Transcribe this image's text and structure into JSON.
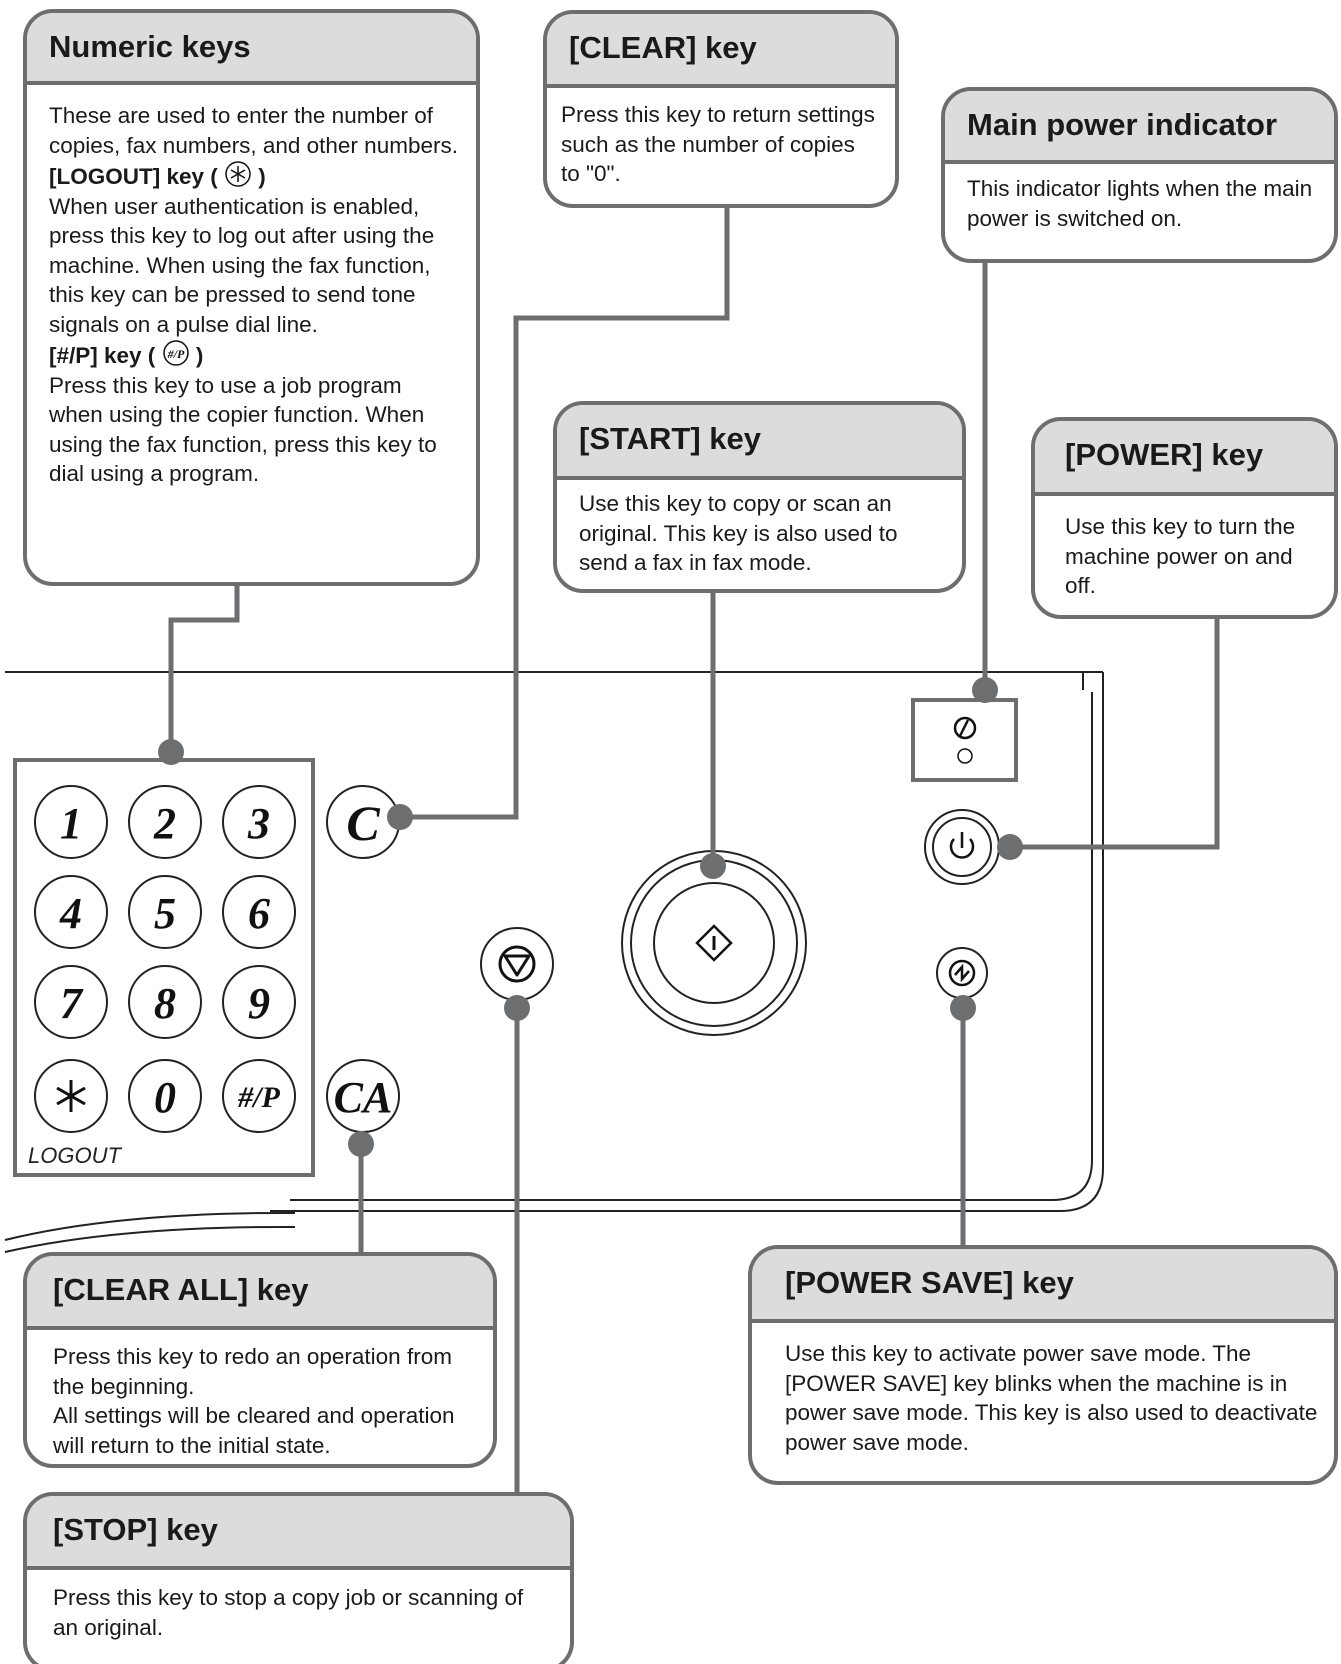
{
  "callouts": {
    "numeric": {
      "title": "Numeric keys",
      "text": "These are used to enter the number of copies, fax numbers, and other numbers.",
      "logout_title": "[LOGOUT] key (",
      "logout_close": ")",
      "logout_text": "When user authentication is enabled, press this key to log out after using the machine. When using the fax function, this key can be pressed to send tone signals on a pulse dial line.",
      "hashp_title": "[#/P] key (",
      "hashp_icon": "#/P",
      "hashp_close": ")",
      "hashp_text": "Press this key to use a job program when using the copier function. When using the fax function, press this key to dial using a program."
    },
    "clear": {
      "title": "[CLEAR] key",
      "text": "Press this key to return settings such as the number of copies to \"0\"."
    },
    "main_power": {
      "title": "Main power indicator",
      "text": "This indicator lights when the main power is switched on."
    },
    "start": {
      "title": "[START] key",
      "text": "Use this key to copy or scan an original. This key is also used to send a fax in fax mode."
    },
    "power": {
      "title": "[POWER] key",
      "text": "Use this key to turn the machine power on and off."
    },
    "clear_all": {
      "title": "[CLEAR ALL] key",
      "text1": "Press this key to redo an operation from the beginning.",
      "text2": "All settings will be cleared and operation will return to the initial state."
    },
    "power_save": {
      "title": "[POWER SAVE] key",
      "text": "Use this key to activate power save mode. The [POWER SAVE] key blinks when the machine is in power save mode. This key is also used to deactivate power save mode."
    },
    "stop": {
      "title": "[STOP] key",
      "text": "Press this key to stop a copy job or scanning of an original."
    }
  },
  "panel": {
    "keys": [
      "1",
      "2",
      "3",
      "4",
      "5",
      "6",
      "7",
      "8",
      "9",
      "",
      "0",
      "#/P"
    ],
    "logout_label": "LOGOUT",
    "clear_key": "C",
    "clear_all_key": "CA"
  },
  "colors": {
    "outline": "#6d6e70",
    "header_fill": "#dcdcdd",
    "line_dark": "#222222"
  }
}
